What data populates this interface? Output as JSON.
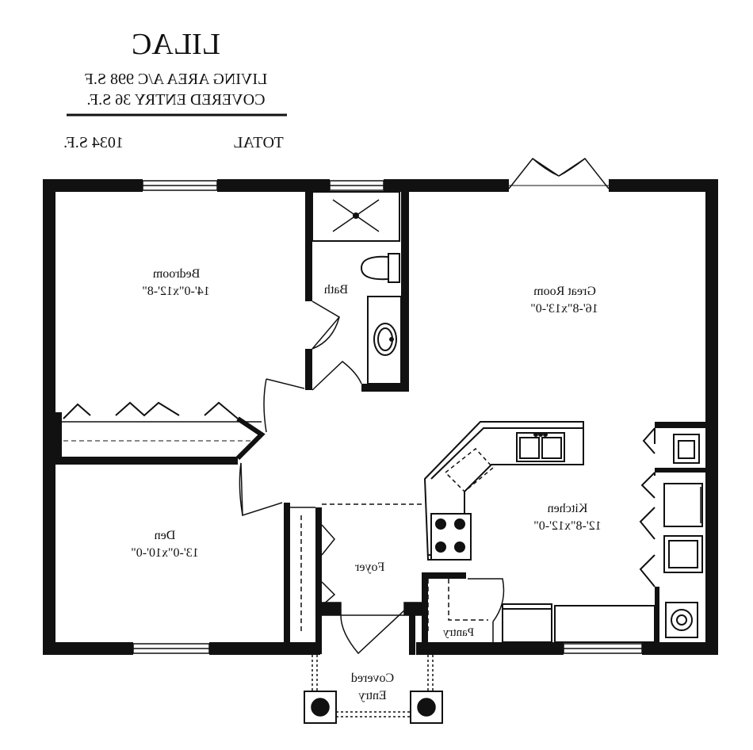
{
  "title": "LILAC",
  "areas": {
    "living": "LIVING AREA A/C 998 S.F",
    "entry": "COVERED ENTRY   36 S.F.",
    "total_label": "TOTAL",
    "total_value": "1034 S.F."
  },
  "rooms": {
    "bedroom_name": "Bedroom",
    "bedroom_size": "14'-0\"x12'-8\"",
    "bath_name": "Bath",
    "great_name": "Great Room",
    "great_size": "16'-8\"x13'-0\"",
    "kitchen_name": "Kitchen",
    "kitchen_size": "12'-8\"x12'-0\"",
    "den_name": "Den",
    "den_size": "13'-0\"x10'-0\"",
    "foyer_name": "Foyer",
    "pantry_name": "Pantry",
    "covered_entry_line1": "Covered",
    "covered_entry_line2": "Entry"
  },
  "colors": {
    "wall": "#111111",
    "background": "#ffffff"
  }
}
